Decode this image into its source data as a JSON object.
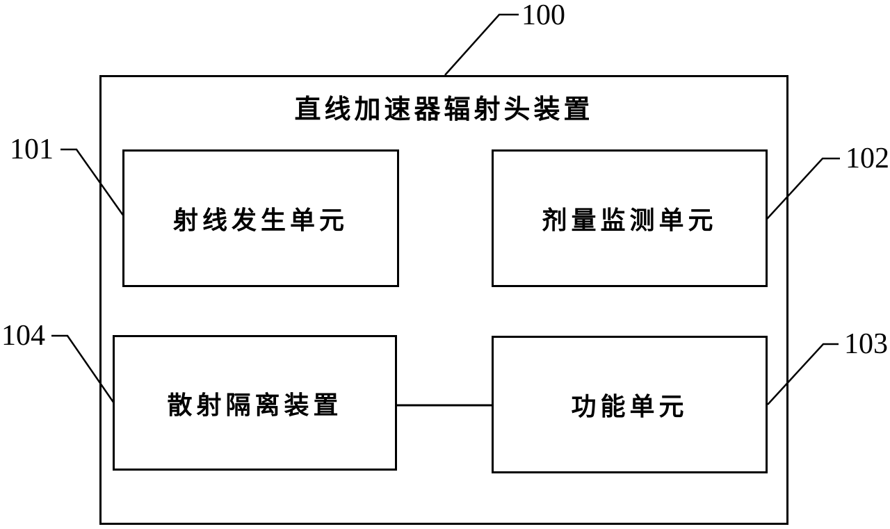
{
  "diagram": {
    "title": "直线加速器辐射头装置",
    "outer_ref": "100",
    "units": [
      {
        "ref": "101",
        "label": "射线发生单元",
        "position": "top-left"
      },
      {
        "ref": "102",
        "label": "剂量监测单元",
        "position": "top-right"
      },
      {
        "ref": "103",
        "label": "功能单元",
        "position": "bottom-right"
      },
      {
        "ref": "104",
        "label": "散射隔离装置",
        "position": "bottom-left"
      }
    ],
    "connections": [
      {
        "from": "散射隔离装置",
        "to": "功能单元"
      }
    ],
    "colors": {
      "line": "#000000",
      "background": "#ffffff"
    }
  }
}
